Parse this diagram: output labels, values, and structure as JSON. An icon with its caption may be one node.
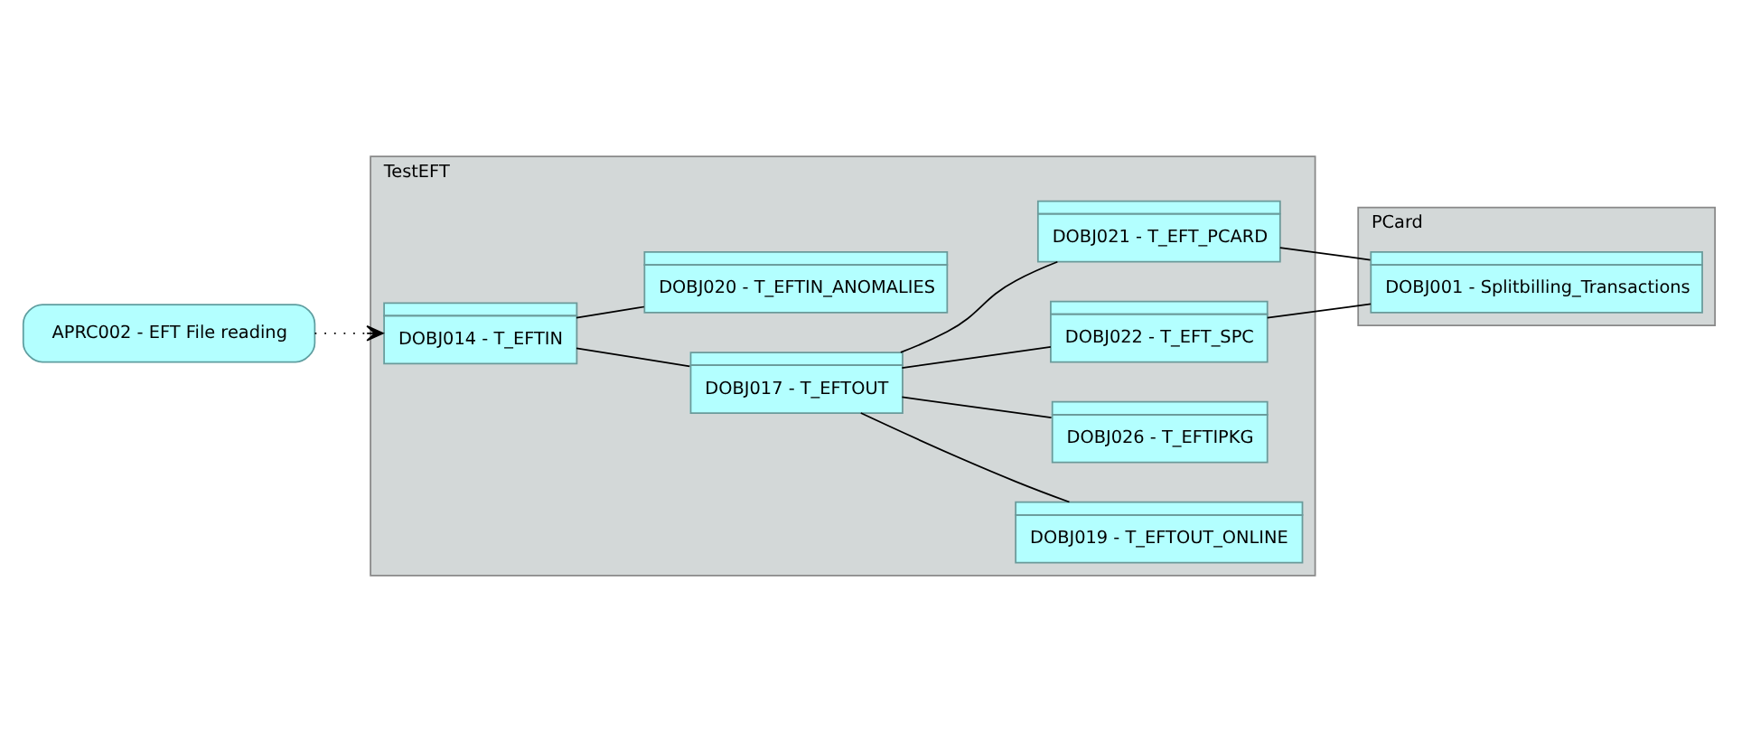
{
  "diagram": {
    "nodes": [
      {
        "text": [
          "TestEFT"
        ]
      },
      {
        "text": [
          "APRC002 - EFT File reading"
        ]
      },
      {
        "text": [
          "DOBJ014 - T_EFTIN"
        ],
        "in": 0
      },
      {
        "text": [
          "DOBJ017 - T_EFTOUT"
        ],
        "in": 0
      },
      {
        "text": [
          "DOBJ019 - T_EFTOUT_ONLINE"
        ],
        "in": 0
      },
      {
        "text": [
          "DOBJ026 - T_EFTIPKG"
        ],
        "in": 0
      },
      {
        "text": [
          "DOBJ020 - T_EFTIN_ANOMALIES"
        ],
        "in": 0
      },
      {
        "text": [
          "DOBJ022 - T_EFT_SPC"
        ],
        "in": 0
      },
      {
        "text": [
          "DOBJ021 - T_EFT_PCARD"
        ],
        "in": 0
      },
      {
        "text": [
          "PCard"
        ]
      },
      {
        "text": [
          "DOBJ001 - Splitbilling_Transactions"
        ],
        "in": 9
      }
    ],
    "edges": [
      {
        "from": 1,
        "to": 2,
        "arrow": "to",
        "style": "dashed"
      },
      {
        "from": 2,
        "to": 3,
        "arrow": "none"
      },
      {
        "from": 2,
        "to": 6,
        "arrow": "none"
      },
      {
        "from": 3,
        "to": 4,
        "arrow": "none"
      },
      {
        "from": 3,
        "to": 5,
        "arrow": "none"
      },
      {
        "from": 3,
        "to": 7,
        "arrow": "none"
      },
      {
        "from": 3,
        "to": 8,
        "arrow": "none"
      },
      {
        "from": 7,
        "to": 10,
        "arrow": "none"
      },
      {
        "from": 8,
        "to": 10,
        "arrow": "none"
      }
    ]
  }
}
